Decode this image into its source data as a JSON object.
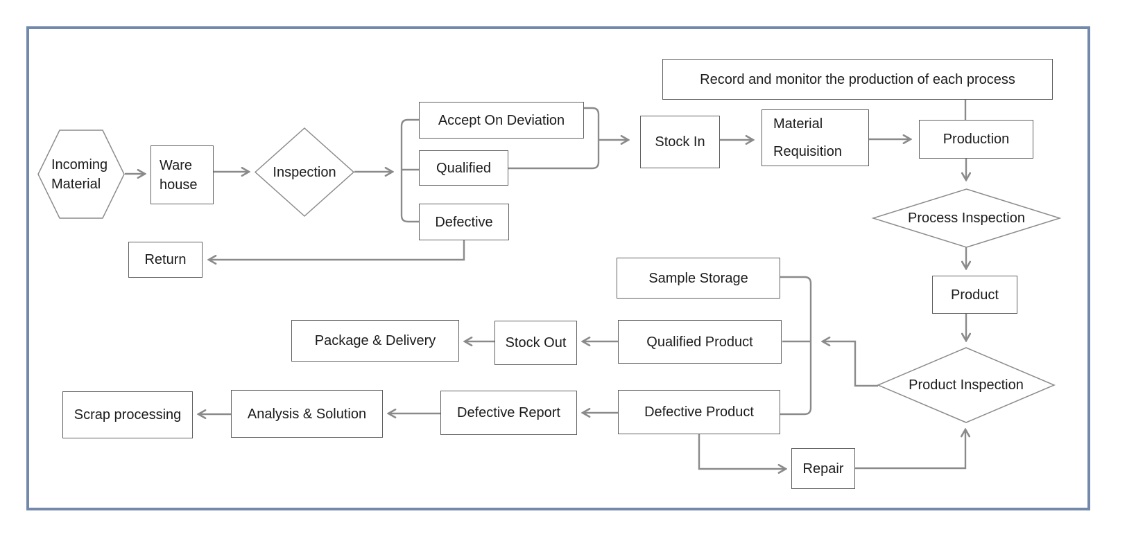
{
  "diagram": {
    "type": "flowchart",
    "frame_color": "#7289ac",
    "connector_color": "#8a8a8a",
    "box_border_color": "#5f5f5f",
    "shape_stroke_color": "#8c8c8c",
    "text_color": "#1b1b1b",
    "nodes": {
      "incoming_material": {
        "label": "Incoming Material",
        "shape": "hexagon"
      },
      "warehouse": {
        "label": "Ware house",
        "shape": "rect"
      },
      "inspection": {
        "label": "Inspection",
        "shape": "diamond"
      },
      "accept_on_deviation": {
        "label": "Accept On Deviation",
        "shape": "rect"
      },
      "qualified": {
        "label": "Qualified",
        "shape": "rect"
      },
      "defective": {
        "label": "Defective",
        "shape": "rect"
      },
      "return": {
        "label": "Return",
        "shape": "rect"
      },
      "stock_in": {
        "label": "Stock In",
        "shape": "rect"
      },
      "material_requisition": {
        "label": "Material Requisition",
        "shape": "rect"
      },
      "record_monitor": {
        "label": "Record and monitor the production of each process",
        "shape": "rect"
      },
      "production": {
        "label": "Production",
        "shape": "rect"
      },
      "process_inspection": {
        "label": "Process Inspection",
        "shape": "diamond"
      },
      "product": {
        "label": "Product",
        "shape": "rect"
      },
      "product_inspection": {
        "label": "Product Inspection",
        "shape": "diamond"
      },
      "sample_storage": {
        "label": "Sample Storage",
        "shape": "rect"
      },
      "qualified_product": {
        "label": "Qualified Product",
        "shape": "rect"
      },
      "defective_product": {
        "label": "Defective Product",
        "shape": "rect"
      },
      "stock_out": {
        "label": "Stock Out",
        "shape": "rect"
      },
      "package_delivery": {
        "label": "Package & Delivery",
        "shape": "rect"
      },
      "defective_report": {
        "label": "Defective Report",
        "shape": "rect"
      },
      "analysis_solution": {
        "label": "Analysis & Solution",
        "shape": "rect"
      },
      "scrap_processing": {
        "label": "Scrap processing",
        "shape": "rect"
      },
      "repair": {
        "label": "Repair",
        "shape": "rect"
      }
    },
    "edges": [
      {
        "from": "incoming_material",
        "to": "warehouse"
      },
      {
        "from": "warehouse",
        "to": "inspection"
      },
      {
        "from": "inspection",
        "to": "accept_on_deviation"
      },
      {
        "from": "inspection",
        "to": "qualified"
      },
      {
        "from": "inspection",
        "to": "defective"
      },
      {
        "from": "accept_on_deviation",
        "to": "stock_in"
      },
      {
        "from": "qualified",
        "to": "stock_in"
      },
      {
        "from": "stock_in",
        "to": "material_requisition"
      },
      {
        "from": "material_requisition",
        "to": "production"
      },
      {
        "from": "record_monitor",
        "to": "production"
      },
      {
        "from": "production",
        "to": "process_inspection"
      },
      {
        "from": "process_inspection",
        "to": "product"
      },
      {
        "from": "product",
        "to": "product_inspection"
      },
      {
        "from": "product_inspection",
        "to": "sample_storage"
      },
      {
        "from": "product_inspection",
        "to": "qualified_product"
      },
      {
        "from": "product_inspection",
        "to": "defective_product"
      },
      {
        "from": "qualified_product",
        "to": "stock_out"
      },
      {
        "from": "stock_out",
        "to": "package_delivery"
      },
      {
        "from": "defective_product",
        "to": "defective_report"
      },
      {
        "from": "defective_report",
        "to": "analysis_solution"
      },
      {
        "from": "analysis_solution",
        "to": "scrap_processing"
      },
      {
        "from": "defective_product",
        "to": "repair"
      },
      {
        "from": "repair",
        "to": "product_inspection"
      },
      {
        "from": "defective",
        "to": "return"
      }
    ]
  }
}
